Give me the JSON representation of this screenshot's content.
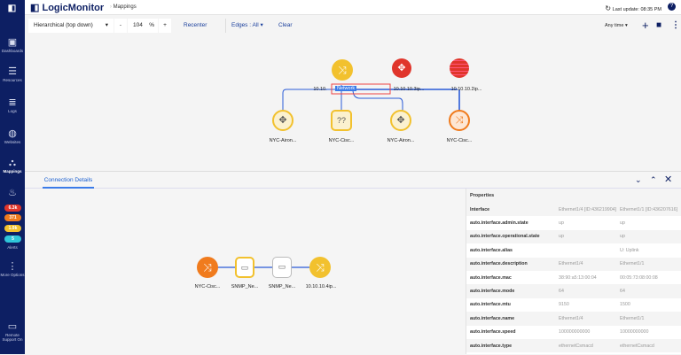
{
  "app": {
    "logo": "LogicMonitor",
    "breadcrumb": "Mappings",
    "last_update": "Last update: 08:35 PM",
    "help": "?"
  },
  "sidebar": {
    "items": [
      {
        "label": "Dashboards",
        "icon": "dashboard-icon"
      },
      {
        "label": "Resources",
        "icon": "database-icon"
      },
      {
        "label": "Logs",
        "icon": "logs-icon"
      },
      {
        "label": "Websites",
        "icon": "globe-icon"
      },
      {
        "label": "Mappings",
        "icon": "topology-icon"
      }
    ],
    "alerts": {
      "label": "Alerts",
      "badges": [
        {
          "value": "6.3k",
          "color": "#e0352b"
        },
        {
          "value": "371",
          "color": "#f07b1d"
        },
        {
          "value": "1.9k",
          "color": "#f2c12e"
        },
        {
          "value": "5",
          "color": "#2fc6d9"
        }
      ]
    },
    "more": "More Options",
    "remote": "Remote Support On"
  },
  "toolbar": {
    "layout": "Hierarchical (top down)",
    "minus": "-",
    "zoom": "104",
    "pct": "%",
    "plus": "+",
    "recenter": "Recenter",
    "edges": "Edges : All",
    "clear": "Clear",
    "time": "Any time"
  },
  "map": {
    "top_nodes": [
      {
        "label": "10.10.",
        "color": "#f2c12e",
        "icon": "switch-icon"
      },
      {
        "label": "10.10.10.3ip...",
        "color": "#e0352b",
        "icon": "router-icon"
      },
      {
        "label": "10.10.10.2ip...",
        "color": "#e0352b",
        "icon": "firewall-icon"
      }
    ],
    "bottom_nodes": [
      {
        "label": "NYC-Airon...",
        "icon": "access-point-icon"
      },
      {
        "label": "NYC-Cisc...",
        "icon": "unknown-icon"
      },
      {
        "label": "NYC-Airon...",
        "icon": "access-point-icon"
      },
      {
        "label": "NYC-Cisc...",
        "icon": "switch-icon"
      }
    ],
    "edge_label": "Network"
  },
  "panel": {
    "tab": "Connection Details",
    "nodes": [
      {
        "label": "NYC-Cisc..."
      },
      {
        "label": "SNMP_Ne..."
      },
      {
        "label": "SNMP_Ne..."
      },
      {
        "label": "10.10.10.4ip..."
      }
    ],
    "properties_title": "Properties",
    "properties": [
      [
        "Interface",
        "Ethernet1/4 [ID:436219904]",
        "Ethernet1/1 [ID:436207616]"
      ],
      [
        "auto.interface.admin.state",
        "up",
        "up"
      ],
      [
        "auto.interface.operational.state",
        "up",
        "up"
      ],
      [
        "auto.interface.alias",
        "",
        "U: Uplink"
      ],
      [
        "auto.interface.description",
        "Ethernet1/4",
        "Ethernet1/1"
      ],
      [
        "auto.interface.mac",
        "38:90:a5:13:00:04",
        "00:05:73:08:00:08"
      ],
      [
        "auto.interface.mode",
        "64",
        "64"
      ],
      [
        "auto.interface.mtu",
        "9150",
        "1500"
      ],
      [
        "auto.interface.name",
        "Ethernet1/4",
        "Ethernet1/1"
      ],
      [
        "auto.interface.speed",
        "100000000000",
        "10000000000"
      ],
      [
        "auto.interface.type",
        "ethernetCsmacd",
        "ethernetCsmacd"
      ]
    ]
  }
}
